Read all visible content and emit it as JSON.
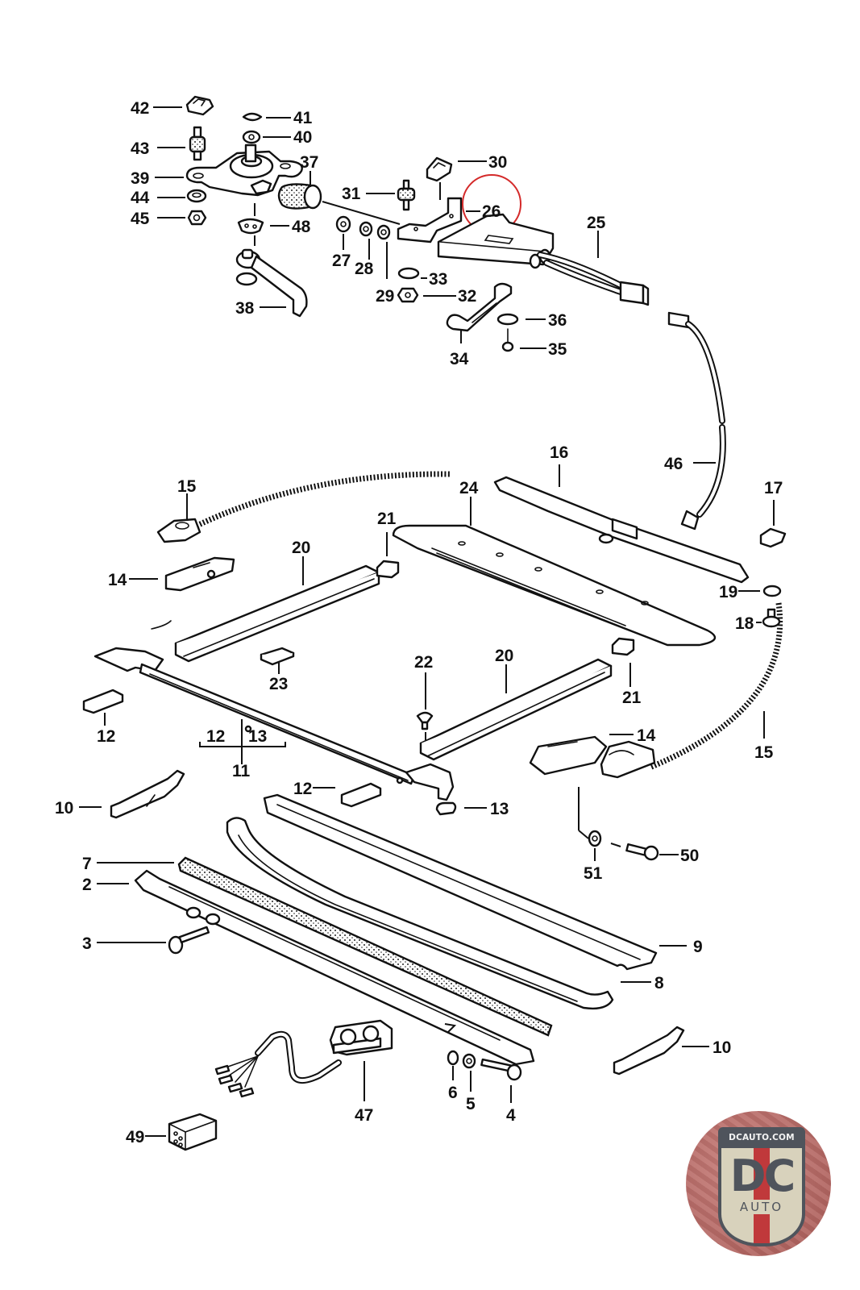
{
  "diagram": {
    "title": "Sunroof mechanism & electrical parts diagram",
    "highlight_callout": "26",
    "highlight_color": "#d42a2a",
    "callouts": {
      "c2": "2",
      "c3": "3",
      "c4": "4",
      "c5": "5",
      "c6": "6",
      "c7": "7",
      "c8": "8",
      "c9": "9",
      "c10a": "10",
      "c10b": "10",
      "c11": "11",
      "c12a": "12",
      "c12b": "12",
      "c12c": "12",
      "c13a": "13",
      "c13b": "13",
      "c14a": "14",
      "c14b": "14",
      "c15a": "15",
      "c15b": "15",
      "c16": "16",
      "c17": "17",
      "c18": "18",
      "c19": "19",
      "c20a": "20",
      "c20b": "20",
      "c21a": "21",
      "c21b": "21",
      "c22": "22",
      "c23": "23",
      "c24": "24",
      "c25": "25",
      "c26": "26",
      "c27": "27",
      "c28": "28",
      "c29": "29",
      "c30": "30",
      "c31": "31",
      "c32": "32",
      "c33": "33",
      "c34": "34",
      "c35": "35",
      "c36": "36",
      "c37": "37",
      "c38": "38",
      "c39": "39",
      "c40": "40",
      "c41": "41",
      "c42": "42",
      "c43": "43",
      "c44": "44",
      "c45": "45",
      "c46": "46",
      "c47": "47",
      "c48": "48",
      "c49": "49",
      "c50": "50",
      "c51": "51"
    }
  },
  "logo": {
    "site": "DCAUTO.COM",
    "mark": "DC",
    "word": "AUTO",
    "colors": {
      "shield": "#d8d2bc",
      "dark": "#4f545c",
      "red": "#c0393b",
      "bg": "#b0645f"
    }
  }
}
